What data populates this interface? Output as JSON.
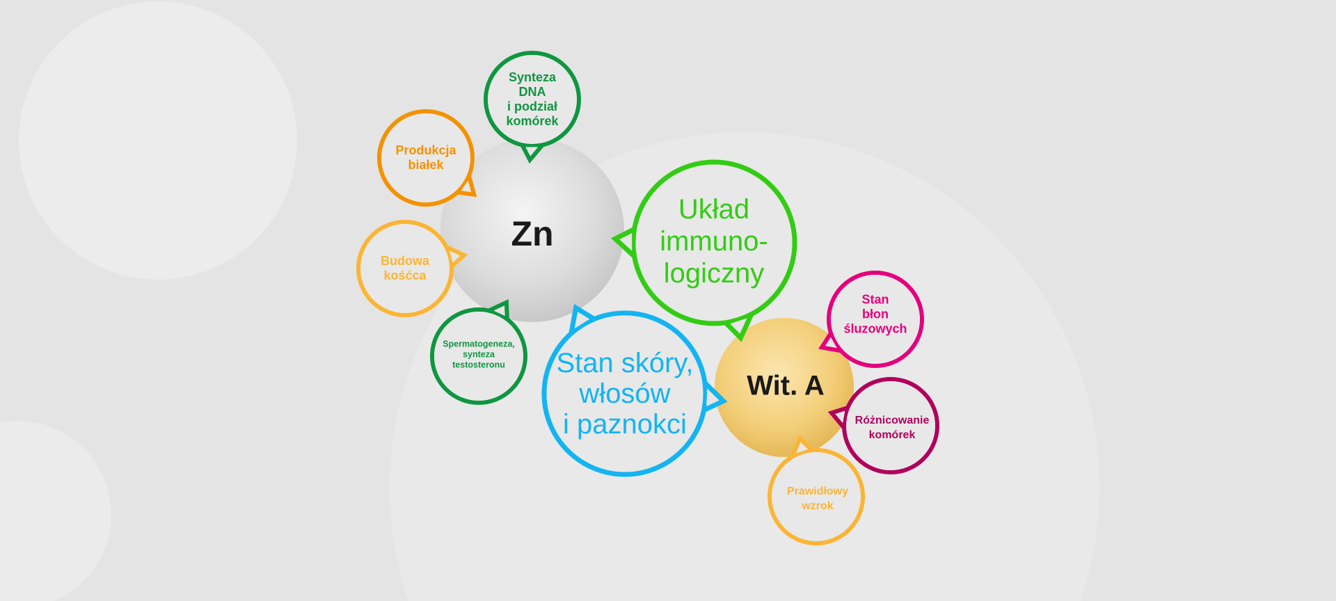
{
  "colors": {
    "background": "#e4e4e4",
    "dark_green": "#0f9640",
    "orange": "#f39200",
    "light_orange": "#fbb534",
    "bright_green": "#33cc14",
    "light_blue": "#14b4f0",
    "magenta": "#e4007d",
    "dark_magenta": "#b0005c"
  },
  "spheres": {
    "zinc": "Zn",
    "vitamin_a": "Wit. A"
  },
  "bubbles": {
    "dna": [
      "Synteza",
      "DNA",
      "i podział",
      "komórek"
    ],
    "protein": [
      "Produkcja",
      "białek"
    ],
    "bone": [
      "Budowa",
      "kośćca"
    ],
    "sperm": [
      "Spermatogeneza,",
      "synteza",
      "testosteronu"
    ],
    "immune": [
      "Układ",
      "immuno-",
      "logiczny"
    ],
    "skin": [
      "Stan skóry,",
      "włosów",
      "i paznokci"
    ],
    "mucosa": [
      "Stan",
      "błon",
      "śluzowych"
    ],
    "cells": [
      "Różnicowanie",
      "komórek"
    ],
    "vision": [
      "Prawidłowy",
      "wzrok"
    ]
  }
}
